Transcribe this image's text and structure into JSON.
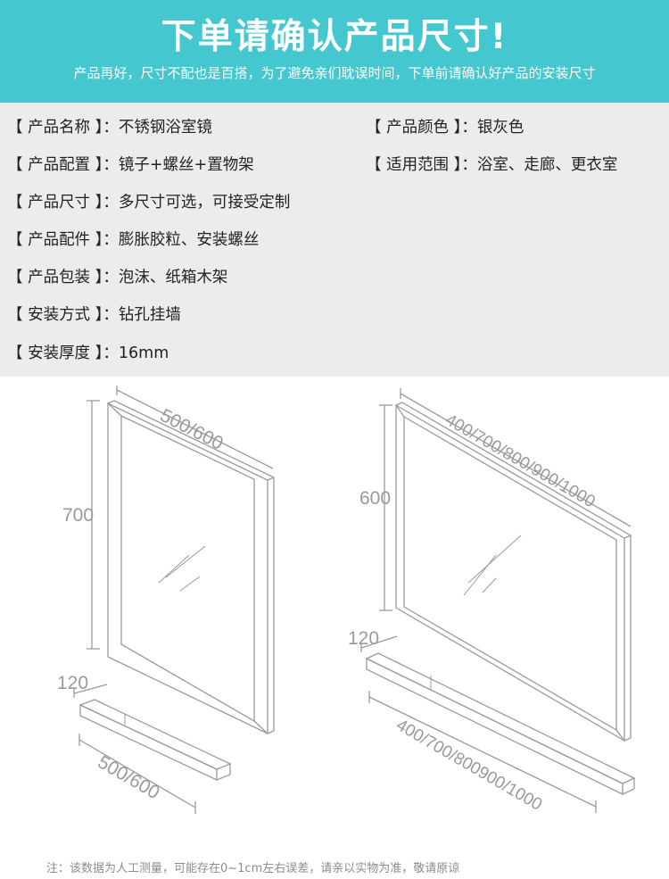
{
  "banner": {
    "title": "下单请确认产品尺寸!",
    "subtitle": "产品再好，尺寸不配也是百搭，为了避免亲们耽误时间，下单前请确认好产品的安装尺寸"
  },
  "specs_left": [
    {
      "label": "【 产品名称 】：",
      "value": "不锈钢浴室镜"
    },
    {
      "label": "【 产品配置 】：",
      "value": "镜子+螺丝+置物架"
    },
    {
      "label": "【 产品尺寸 】：",
      "value": "多尺寸可选，可接受定制"
    },
    {
      "label": "【 产品配件 】：",
      "value": "膨胀胶粒、安装螺丝"
    },
    {
      "label": "【 产品包装 】：",
      "value": "泡沫、纸箱木架"
    },
    {
      "label": "【 安装方式 】：",
      "value": "钻孔挂墙"
    },
    {
      "label": "【 安装厚度 】：",
      "value": "16mm"
    }
  ],
  "specs_right": [
    {
      "label": "【 产品颜色 】：",
      "value": "银灰色"
    },
    {
      "label": "【 适用范围 】：",
      "value": "浴室、走廊、更衣室"
    }
  ],
  "diagram": {
    "left_mirror": {
      "width_label": "500/600",
      "height_label": "700",
      "shelf_depth_label": "120",
      "shelf_width_label": "500/600"
    },
    "right_mirror": {
      "width_label": "400/700/800/900/1000",
      "height_label": "600",
      "shelf_depth_label": "120",
      "shelf_width_label": "400/700/800900/1000"
    }
  },
  "note": "注：该数据为人工测量，可能存在0~1cm左右误差，请亲以实物为准，敬请原谅",
  "colors": {
    "banner": "#45c7cf",
    "spec_bg": "#ececec",
    "line": "#9a9a9a"
  }
}
